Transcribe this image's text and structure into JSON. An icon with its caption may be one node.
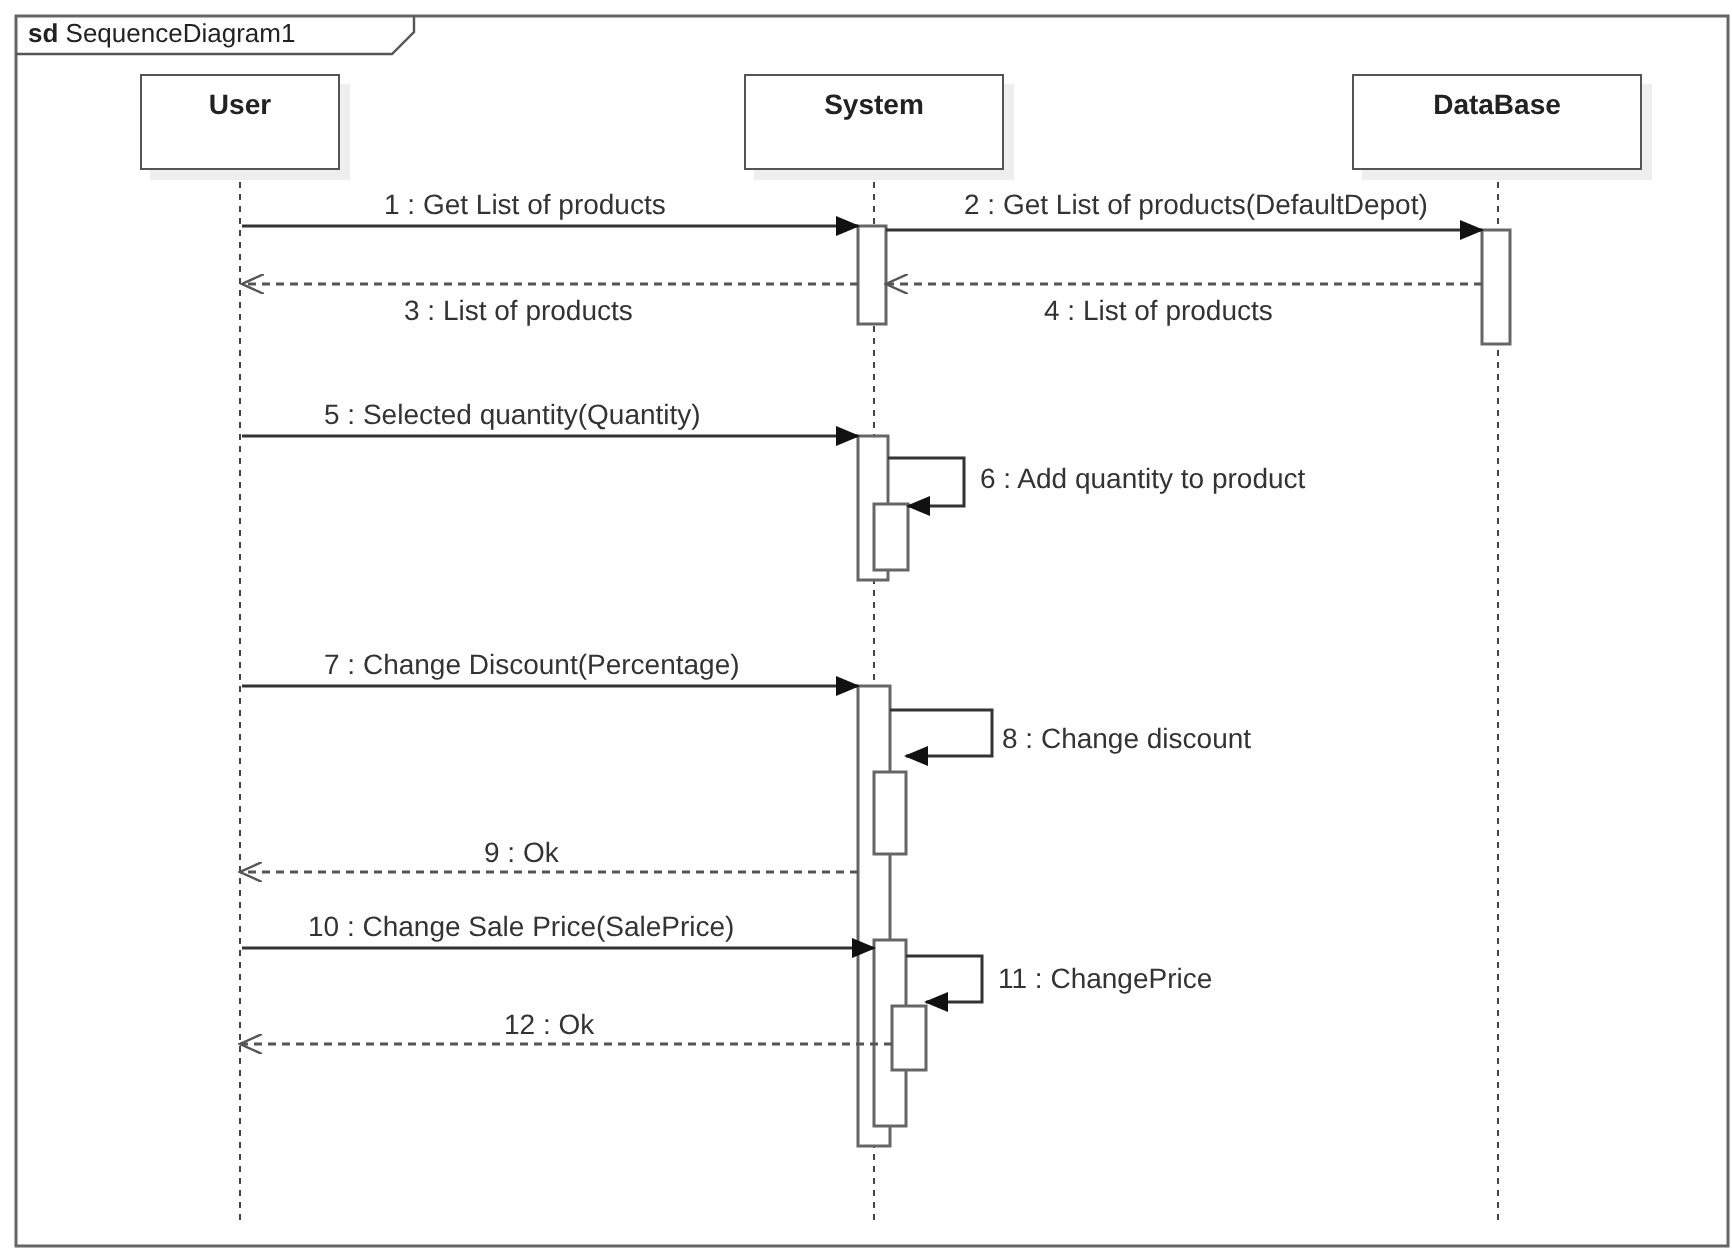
{
  "diagram": {
    "title": "**sd** SequenceDiagram1",
    "nodes": [
      {
        "text": [
          "User"
        ]
      },
      {
        "text": [
          "System"
        ]
      },
      {
        "text": [
          "DataBase"
        ]
      }
    ],
    "edges": [
      {
        "from": 0,
        "to": 1,
        "arrow": "to",
        "label": "1 : Get List of products"
      },
      {
        "from": 1,
        "to": 2,
        "arrow": "to",
        "label": "2 : Get List of products(DefaultDepot)"
      },
      {
        "from": 1,
        "to": 0,
        "arrow": "to",
        "label": "3 : List of products",
        "style": "dashed"
      },
      {
        "from": 2,
        "to": 1,
        "arrow": "to",
        "label": "4 : List of products",
        "style": "dashed"
      },
      {
        "from": 0,
        "to": 1,
        "arrow": "to",
        "label": "5 : Selected quantity(Quantity)"
      },
      {
        "from": 1,
        "to": 1,
        "arrow": "to",
        "label": "6 : Add quantity to product"
      },
      {
        "from": 0,
        "to": 1,
        "arrow": "to",
        "label": "7 : Change Discount(Percentage)"
      },
      {
        "from": 1,
        "to": 1,
        "arrow": "to",
        "label": "8 : Change discount"
      },
      {
        "from": 1,
        "to": 0,
        "arrow": "to",
        "label": "9 : Ok",
        "style": "dashed"
      },
      {
        "from": 0,
        "to": 1,
        "arrow": "to",
        "label": "10 : Change Sale Price(SalePrice)"
      },
      {
        "from": 1,
        "to": 1,
        "arrow": "to",
        "label": "11 : ChangePrice"
      },
      {
        "from": 1,
        "to": 0,
        "arrow": "to",
        "label": "12 : Ok",
        "style": "dashed"
      }
    ]
  }
}
